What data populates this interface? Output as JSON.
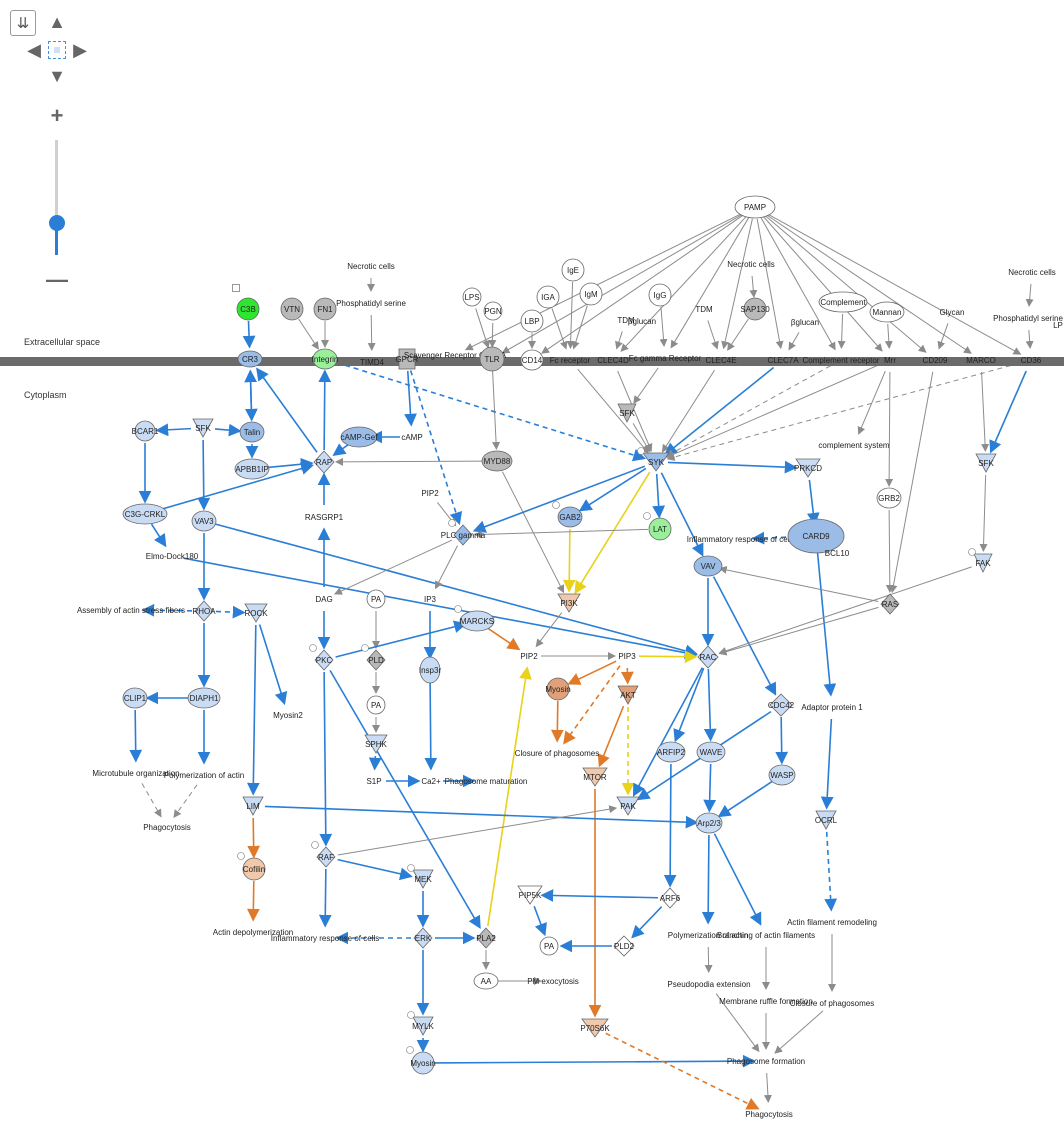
{
  "controls": {
    "collapse_icon": "double-chevron-down-icon",
    "zoom_level": 0.82
  },
  "regions": {
    "extracellular": "Extracellular space",
    "cytoplasm": "Cytoplasm"
  },
  "nodes": {
    "pamp": "PAMP",
    "necrotic_cells_a": "Necrotic cells",
    "necrotic_cells_b": "Necrotic cells",
    "necrotic_cells_c": "Necrotic cells",
    "phosphatidylserine_a": "Phosphatidyl serine",
    "phosphatidylserine_b": "Phosphatidyl serine",
    "c3b": "C3B",
    "vtn": "VTN",
    "fn1": "FN1",
    "lps": "LPS",
    "pgn": "PGN",
    "ige": "IgE",
    "iga": "IGA",
    "igm": "IgM",
    "igg": "IgG",
    "lbp": "LBP",
    "tdm_a": "TDM",
    "tdm_b": "TDM",
    "bglucan_a": "βglucan",
    "bglucan_b": "βglucan",
    "sap130": "SAP130",
    "complement": "Complement",
    "mannan": "Mannan",
    "glycan": "Glycan",
    "lp": "LP",
    "cr3": "CR3",
    "integrin": "Integrin",
    "timd4": "TIMD4",
    "gpcr": "GPCR",
    "scavenger": "Scavenger Receptor Class A",
    "tlr": "TLR",
    "cd14": "CD14",
    "fc_receptor": "Fc receptor",
    "clec4d": "CLEC4D",
    "fcgamma": "Fc gamma Receptor",
    "clec4e": "CLEC4E",
    "clec7a": "CLEC7A",
    "complement_receptor": "Complement receptor",
    "mrr": "Mrr",
    "cd209": "CD209",
    "marco": "MARCO",
    "cd36": "CD36",
    "sfk_top": "SFK",
    "complement_system": "complement system",
    "bcar1": "BCAR1",
    "sfk_left": "SFK",
    "talin": "Talin",
    "apbb1ip": "APBB1IP",
    "rap": "RAP",
    "camp_gef": "cAMP-Gef",
    "camp": "cAMP",
    "myd88": "MYD88",
    "syk": "SYK",
    "prkcd": "PRKCD",
    "grb2": "GRB2",
    "sfk_right": "SFK",
    "c3g_crkl": "C3G-CRKL",
    "vav3": "VAV3",
    "elmo_dock180": "Elmo-Dock180",
    "rasgrp1": "RASGRP1",
    "pip2_a": "PIP2",
    "plc_gamma": "PLC gamma",
    "gab2": "GAB2",
    "lat": "LAT",
    "inflammatory_response_a": "Inflammatory response of cells",
    "card9": "CARD9",
    "bcl10": "BCL10",
    "vav": "VAV",
    "fak": "FAK",
    "assembly": "Assembly of actin stress fibers",
    "rhoa": "RHOA",
    "rock": "ROCK",
    "dag": "DAG",
    "pa_a": "PA",
    "ip3": "IP3",
    "marcks": "MARCKS",
    "pi3k": "PI3K",
    "ras": "RAS",
    "clip1": "CLIP1",
    "diaph1": "DIAPH1",
    "myosin2": "Myosin2",
    "pkc": "PKC",
    "pld": "PLD",
    "insp3r": "Insp3r",
    "pip2_b": "PIP2",
    "pip3": "PIP3",
    "myosin_a": "Myosin",
    "akt": "AKT",
    "rac": "RAC",
    "cdc42": "CDC42",
    "adaptor": "Adaptor protein 1",
    "microtubule": "Microtubule organization",
    "polymerization_a": "Polymerization of actin",
    "pa_b": "PA",
    "sphk": "SPHK",
    "closure_a": "Closure of phagosomes",
    "arfip2": "ARFIP2",
    "wave": "WAVE",
    "s1p": "S1P",
    "ca2": "Ca2+",
    "phagosome_maturation": "Phagosome maturation",
    "mtor": "MTOR",
    "wasp": "WASP",
    "lim": "LIM",
    "phagocytosis_a": "Phagocytosis",
    "pak": "PAK",
    "arp23": "Arp2/3",
    "ocrl": "OCRL",
    "cofilin": "Cofilin",
    "raf": "RAF",
    "mek": "MEK",
    "pip5k": "PIP5K",
    "arf6": "ARF6",
    "actin_depoly": "Actin depolymerization",
    "inflammatory_response_b": "Inflammatory response of cells",
    "erk": "ERK",
    "pla2": "PLA2",
    "pa_c": "PA",
    "pld2": "PLD2",
    "polymerization_b": "Polymerization of actin",
    "branching": "Branching of actin filaments",
    "actin_remodeling": "Actin filament remodeling",
    "aa": "AA",
    "pm_exocytosis": "PM exocytosis",
    "pseudopodia": "Pseudopodia extension",
    "membrane_ruffle": "Membrane ruffle formation",
    "closure_b": "Closure of phagosomes",
    "mylk": "MYLK",
    "p70s6k": "P70S6K",
    "myosin_b": "Myosin",
    "phagosome_formation": "Phagosome formation",
    "phagocytosis_b": "Phagocytosis"
  },
  "colors": {
    "blue": "#2a7ed6",
    "orange": "#e07a28",
    "yellow": "#e8d21a",
    "gray": "#8c8c8c",
    "membrane": "#6b6b6b",
    "green": "#2ee62e",
    "light_green": "#9af09a",
    "blue_fill": "#9bbce6",
    "light_blue_fill": "#c9dcf3",
    "orange_fill": "#e0a17a",
    "light_orange_fill": "#f0c9ad",
    "gray_fill": "#b9b9b9"
  }
}
